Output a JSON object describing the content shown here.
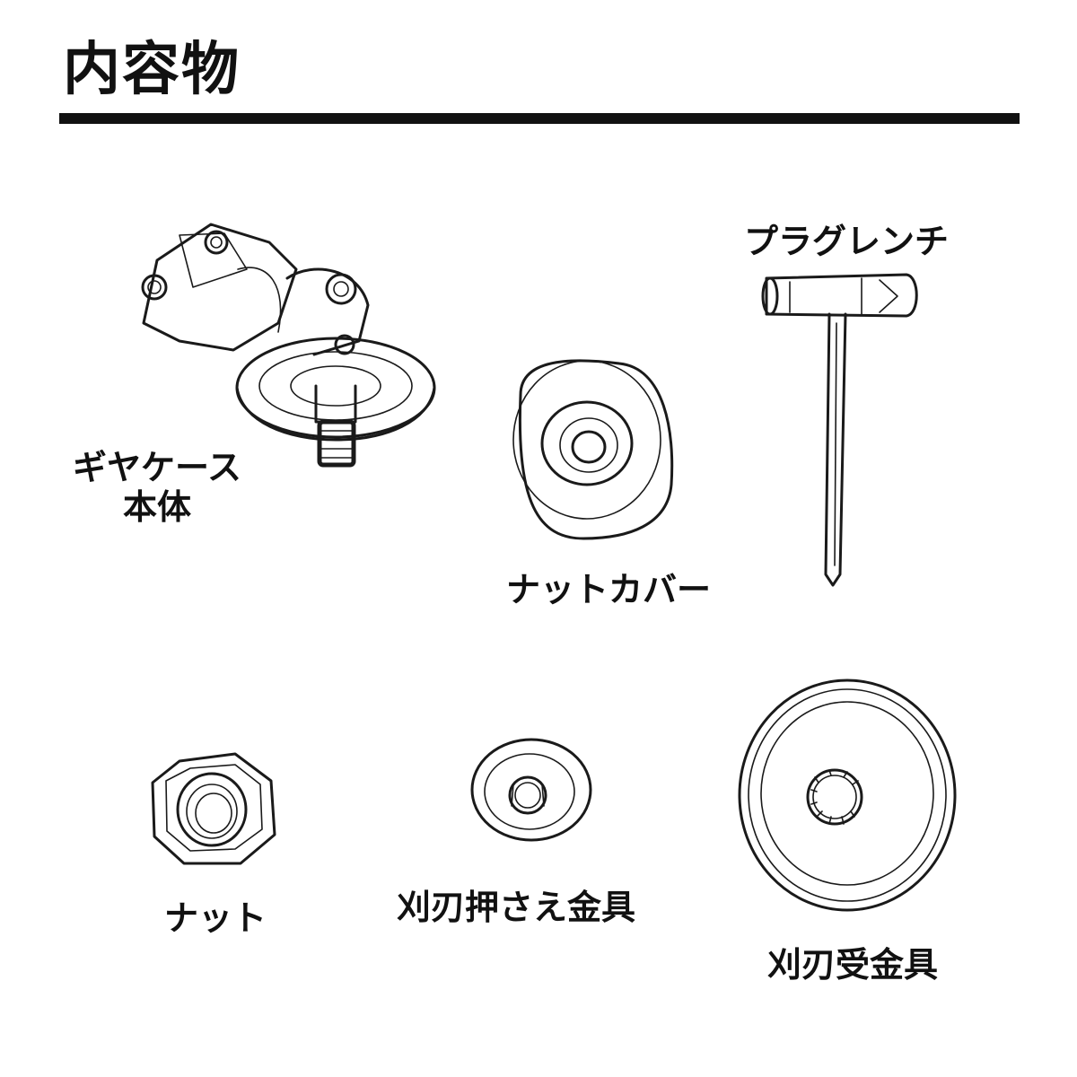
{
  "header": {
    "title": "内容物"
  },
  "items": [
    {
      "id": "gear-case",
      "label_line1": "ギヤケース",
      "label_line2": "本体"
    },
    {
      "id": "plug-wrench",
      "label": "プラグレンチ"
    },
    {
      "id": "nut-cover",
      "label": "ナットカバー"
    },
    {
      "id": "nut",
      "label": "ナット"
    },
    {
      "id": "blade-press",
      "label": "刈刃押さえ金具"
    },
    {
      "id": "blade-receiver",
      "label": "刈刃受金具"
    }
  ]
}
